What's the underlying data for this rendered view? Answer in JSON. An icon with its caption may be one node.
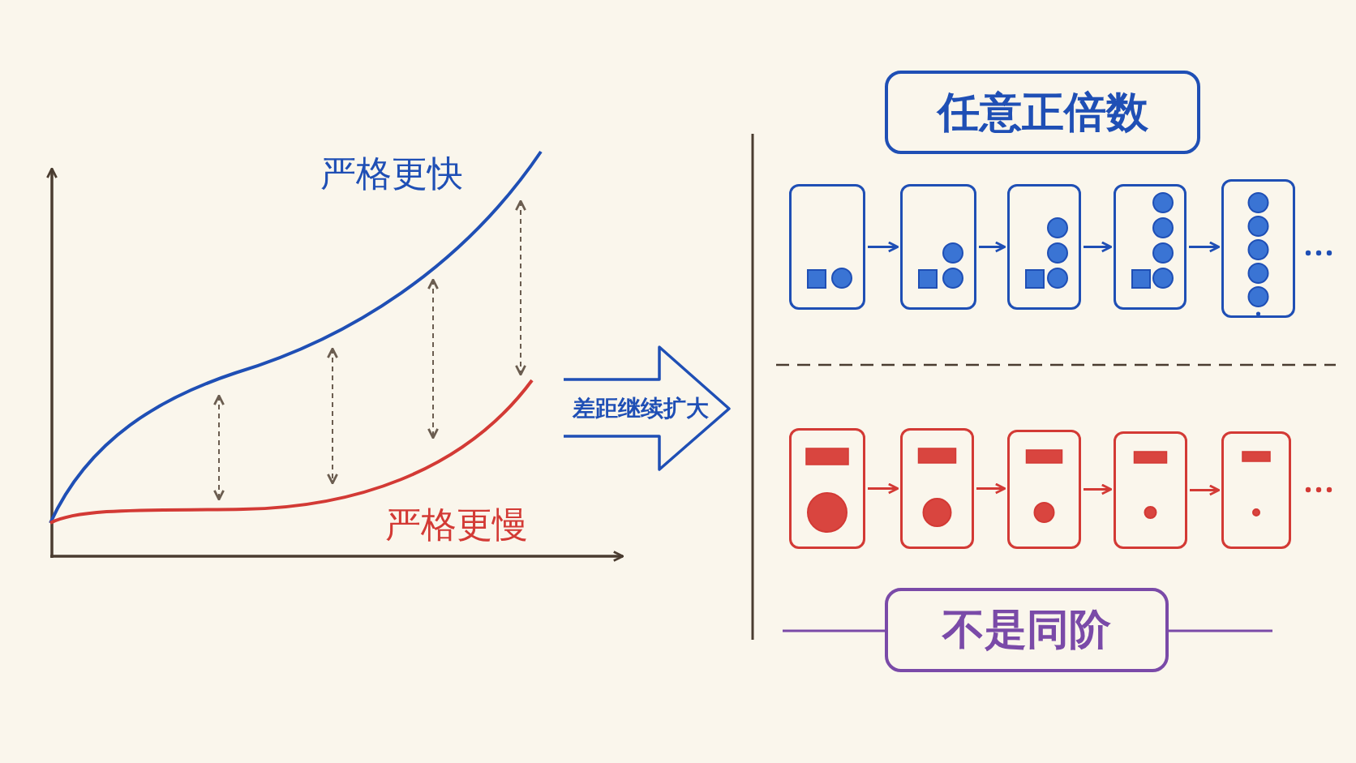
{
  "diagram": {
    "nodes": [
      {
        "text": [
          "任意正倍数"
        ]
      },
      {
        "text": [],
        "shape": "box"
      },
      {
        "text": [],
        "shape": "box"
      },
      {
        "text": [],
        "shape": "box"
      },
      {
        "text": [],
        "shape": "box"
      },
      {
        "text": [],
        "shape": "box"
      },
      {
        "text": [],
        "shape": "box"
      },
      {
        "text": [],
        "shape": "box"
      },
      {
        "text": [],
        "shape": "box"
      },
      {
        "text": [],
        "shape": "box"
      },
      {
        "text": [],
        "shape": "box"
      },
      {
        "text": [
          "不是同阶"
        ]
      },
      {
        "text": [
          "差距继续扩大"
        ]
      }
    ],
    "edges": [
      {
        "from": 1,
        "to": 2,
        "arrow": "to"
      },
      {
        "from": 2,
        "to": 3,
        "arrow": "to"
      },
      {
        "from": 3,
        "to": 4,
        "arrow": "to"
      },
      {
        "from": 4,
        "to": 5,
        "arrow": "to"
      },
      {
        "from": 6,
        "to": 7,
        "arrow": "to",
        "color": "#d33a35"
      },
      {
        "from": 7,
        "to": 8,
        "arrow": "to",
        "color": "#d33a35"
      },
      {
        "from": 8,
        "to": 9,
        "arrow": "to",
        "color": "#d33a35"
      },
      {
        "from": 9,
        "to": 10,
        "arrow": "to",
        "color": "#d33a35"
      }
    ],
    "labels": [
      "严格更快",
      "严格更慢"
    ]
  }
}
